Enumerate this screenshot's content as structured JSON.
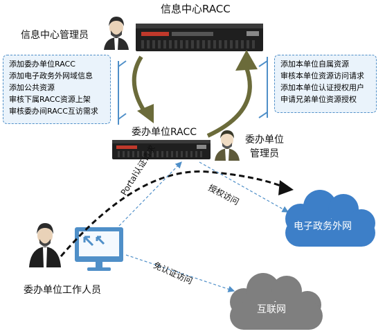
{
  "center_title": "信息中心RACC",
  "center_admin_label": "信息中心管理员",
  "center_admin_tasks": [
    "添加委办单位RACC",
    "添加电子政务外网域信息",
    "添加公共资源",
    "审核下属RACC资源上架",
    "审核委办间RACC互访需求"
  ],
  "dept_racc_label": "委办单位RACC",
  "dept_admin_label_line1": "委办单位",
  "dept_admin_label_line2": "管理员",
  "dept_admin_tasks": [
    "添加本单位自属资源",
    "审核本单位资源访问请求",
    "添加本单位认证授权用户",
    "申请兄弟单位资源授权"
  ],
  "worker_label": "委办单位工作人员",
  "portal_auth_label": "Portal认证请求",
  "authorized_access_label": "授权访问",
  "no_auth_access_label": "免认证访问",
  "gov_network_label": "电子政务外网",
  "internet_label": "互联网",
  "colors": {
    "accent_blue": "#4f8fc8",
    "box_fill": "#eaf3fb",
    "arrow_olive": "#6b6b3a",
    "gov_cloud": "#3d7fc8",
    "internet_cloud": "#7f7f7f"
  }
}
